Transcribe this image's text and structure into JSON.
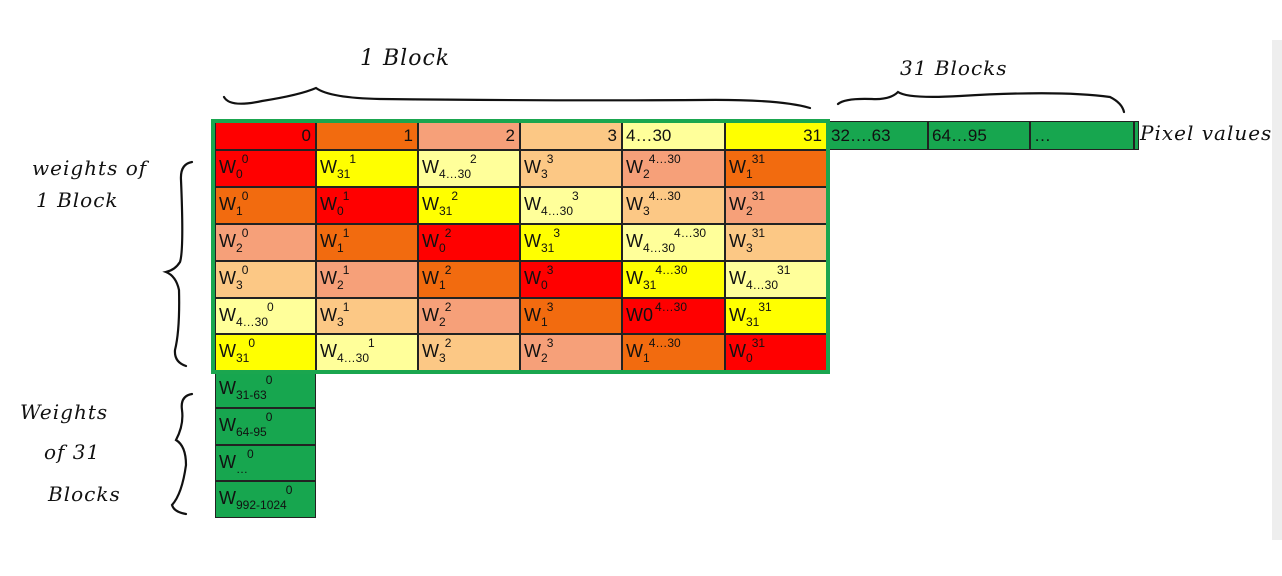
{
  "labels": {
    "one_block": "1 Block",
    "thirtyone_blocks": "31 Blocks",
    "pixel_values": "Pixel values",
    "weights_of_1_block_line1": "weights of",
    "weights_of_1_block_line2": "1 Block",
    "weights_of_31_blocks_line1": "Weights",
    "weights_of_31_blocks_line2": "of 31",
    "weights_of_31_blocks_line3": "Blocks"
  },
  "colors": {
    "red": "#ff0000",
    "dark_orange": "#f26b0f",
    "salmon": "#f6a079",
    "light_orange": "#fcc885",
    "light_yellow": "#ffff9a",
    "yellow": "#ffff00",
    "green": "#17a64f",
    "frame_green": "#1aa64f"
  },
  "header": [
    {
      "text": "0",
      "color": "red",
      "align": "right"
    },
    {
      "text": "1",
      "color": "dark_orange",
      "align": "right"
    },
    {
      "text": "2",
      "color": "salmon",
      "align": "right"
    },
    {
      "text": "3",
      "color": "light_orange",
      "align": "right"
    },
    {
      "text": "4…30",
      "color": "light_yellow",
      "align": "left"
    },
    {
      "text": "31",
      "color": "yellow",
      "align": "right"
    }
  ],
  "extra_header": [
    {
      "text": "32….63",
      "color": "green"
    },
    {
      "text": "64…95",
      "color": "green"
    },
    {
      "text": "…",
      "color": "green"
    },
    {
      "text": "",
      "color": "green"
    }
  ],
  "matrix": [
    [
      {
        "sub": "0",
        "sup": "0",
        "color": "red"
      },
      {
        "sub": "31",
        "sup": "1",
        "color": "yellow"
      },
      {
        "sub": "4…30",
        "sup": "2",
        "color": "light_yellow"
      },
      {
        "sub": "3",
        "sup": "3",
        "color": "light_orange"
      },
      {
        "sub": "2",
        "sup": "4…30",
        "color": "salmon"
      },
      {
        "sub": "1",
        "sup": "31",
        "color": "dark_orange"
      }
    ],
    [
      {
        "sub": "1",
        "sup": "0",
        "color": "dark_orange"
      },
      {
        "sub": "0",
        "sup": "1",
        "color": "red"
      },
      {
        "sub": "31",
        "sup": "2",
        "color": "yellow"
      },
      {
        "sub": "4…30",
        "sup": "3",
        "color": "light_yellow"
      },
      {
        "sub": "3",
        "sup": "4…30",
        "color": "light_orange"
      },
      {
        "sub": "2",
        "sup": "31",
        "color": "salmon"
      }
    ],
    [
      {
        "sub": "2",
        "sup": "0",
        "color": "salmon"
      },
      {
        "sub": "1",
        "sup": "1",
        "color": "dark_orange"
      },
      {
        "sub": "0",
        "sup": "2",
        "color": "red"
      },
      {
        "sub": "31",
        "sup": "3",
        "color": "yellow"
      },
      {
        "sub": "4…30",
        "sup": "4…30",
        "color": "light_yellow"
      },
      {
        "sub": "3",
        "sup": "31",
        "color": "light_orange"
      }
    ],
    [
      {
        "sub": "3",
        "sup": "0",
        "color": "light_orange"
      },
      {
        "sub": "2",
        "sup": "1",
        "color": "salmon"
      },
      {
        "sub": "1",
        "sup": "2",
        "color": "dark_orange"
      },
      {
        "sub": "0",
        "sup": "3",
        "color": "red"
      },
      {
        "sub": "31",
        "sup": "4…30",
        "color": "yellow"
      },
      {
        "sub": "4…30",
        "sup": "31",
        "color": "light_yellow"
      }
    ],
    [
      {
        "sub": "4…30",
        "sup": "0",
        "color": "light_yellow"
      },
      {
        "sub": "3",
        "sup": "1",
        "color": "light_orange"
      },
      {
        "sub": "2",
        "sup": "2",
        "color": "salmon"
      },
      {
        "sub": "1",
        "sup": "3",
        "color": "dark_orange"
      },
      {
        "prefix": "W0",
        "sub": "",
        "sup": "4…30",
        "color": "red"
      },
      {
        "sub": "31",
        "sup": "31",
        "color": "yellow"
      }
    ],
    [
      {
        "sub": "31",
        "sup": "0",
        "color": "yellow"
      },
      {
        "sub": "4…30",
        "sup": "1",
        "color": "light_yellow"
      },
      {
        "sub": "3",
        "sup": "2",
        "color": "light_orange"
      },
      {
        "sub": "2",
        "sup": "3",
        "color": "salmon"
      },
      {
        "sub": "1",
        "sup": "4…30",
        "color": "dark_orange"
      },
      {
        "sub": "0",
        "sup": "31",
        "color": "red"
      }
    ]
  ],
  "extra_weights": [
    {
      "sub": "31-63",
      "sup": "0",
      "color": "green"
    },
    {
      "sub": "64-95",
      "sup": "0",
      "color": "green"
    },
    {
      "sub": "…",
      "sup": "0",
      "color": "green"
    },
    {
      "sub": "992-1024",
      "sup": "0",
      "color": "green"
    }
  ],
  "weight_symbol": "W"
}
